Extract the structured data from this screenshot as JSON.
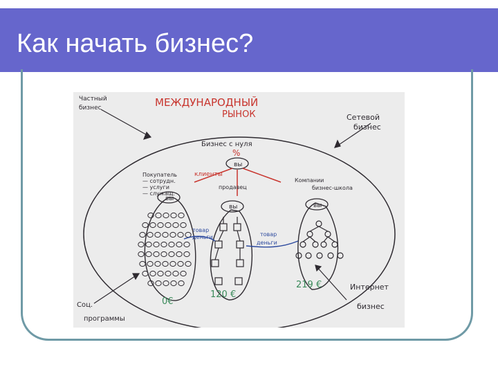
{
  "slide": {
    "title": "Как начать бизнес?"
  },
  "sketch": {
    "corner_top_left": [
      "Частный",
      "бизнес"
    ],
    "heading_top": [
      "МЕЖДУНАРОДНЫЙ",
      "РЫНОК"
    ],
    "corner_top_right": [
      "Сетевой",
      "бизнес"
    ],
    "center_top": "Бизнес с нуля",
    "percent_sign": "%",
    "you_label": "вы",
    "clients_label": "клиенты",
    "sold_label": "продавец",
    "left_list_title": "Покупатель",
    "left_list": [
      "— сотрудн.",
      "— услуги",
      "— служащ."
    ],
    "right_labels": [
      "Компании",
      "бизнес-школа"
    ],
    "arrow_left": [
      "товар",
      "деньги"
    ],
    "arrow_right": [
      "товар",
      "деньги"
    ],
    "amount_left": "0€",
    "amount_mid": "120 €",
    "amount_right": "219 €",
    "corner_bottom_left": [
      "Соц.",
      "программы"
    ],
    "corner_bottom_right": [
      "Интернет",
      "бизнес"
    ]
  },
  "colors": {
    "title_bar": "#6666cc",
    "frame": "#6f9aa6",
    "ink_red": "#c8352e",
    "ink_dark": "#2e2a30",
    "ink_blue": "#2d4a9e",
    "ink_green": "#3a8a5a"
  }
}
